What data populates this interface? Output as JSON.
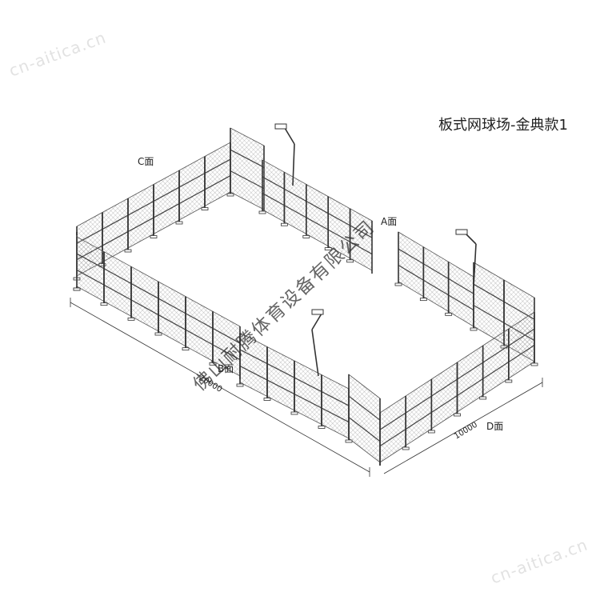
{
  "title": "板式网球场-金典款1",
  "faces": {
    "a": "A面",
    "b": "B面",
    "c": "C面",
    "d": "D面"
  },
  "dimensions": {
    "length": "20000",
    "width": "10000"
  },
  "watermarks": {
    "corner_top": "cn-aitica.cn",
    "corner_bottom": "cn-aitica.cn",
    "company": "佛山耐腾体育设备有限公司"
  }
}
